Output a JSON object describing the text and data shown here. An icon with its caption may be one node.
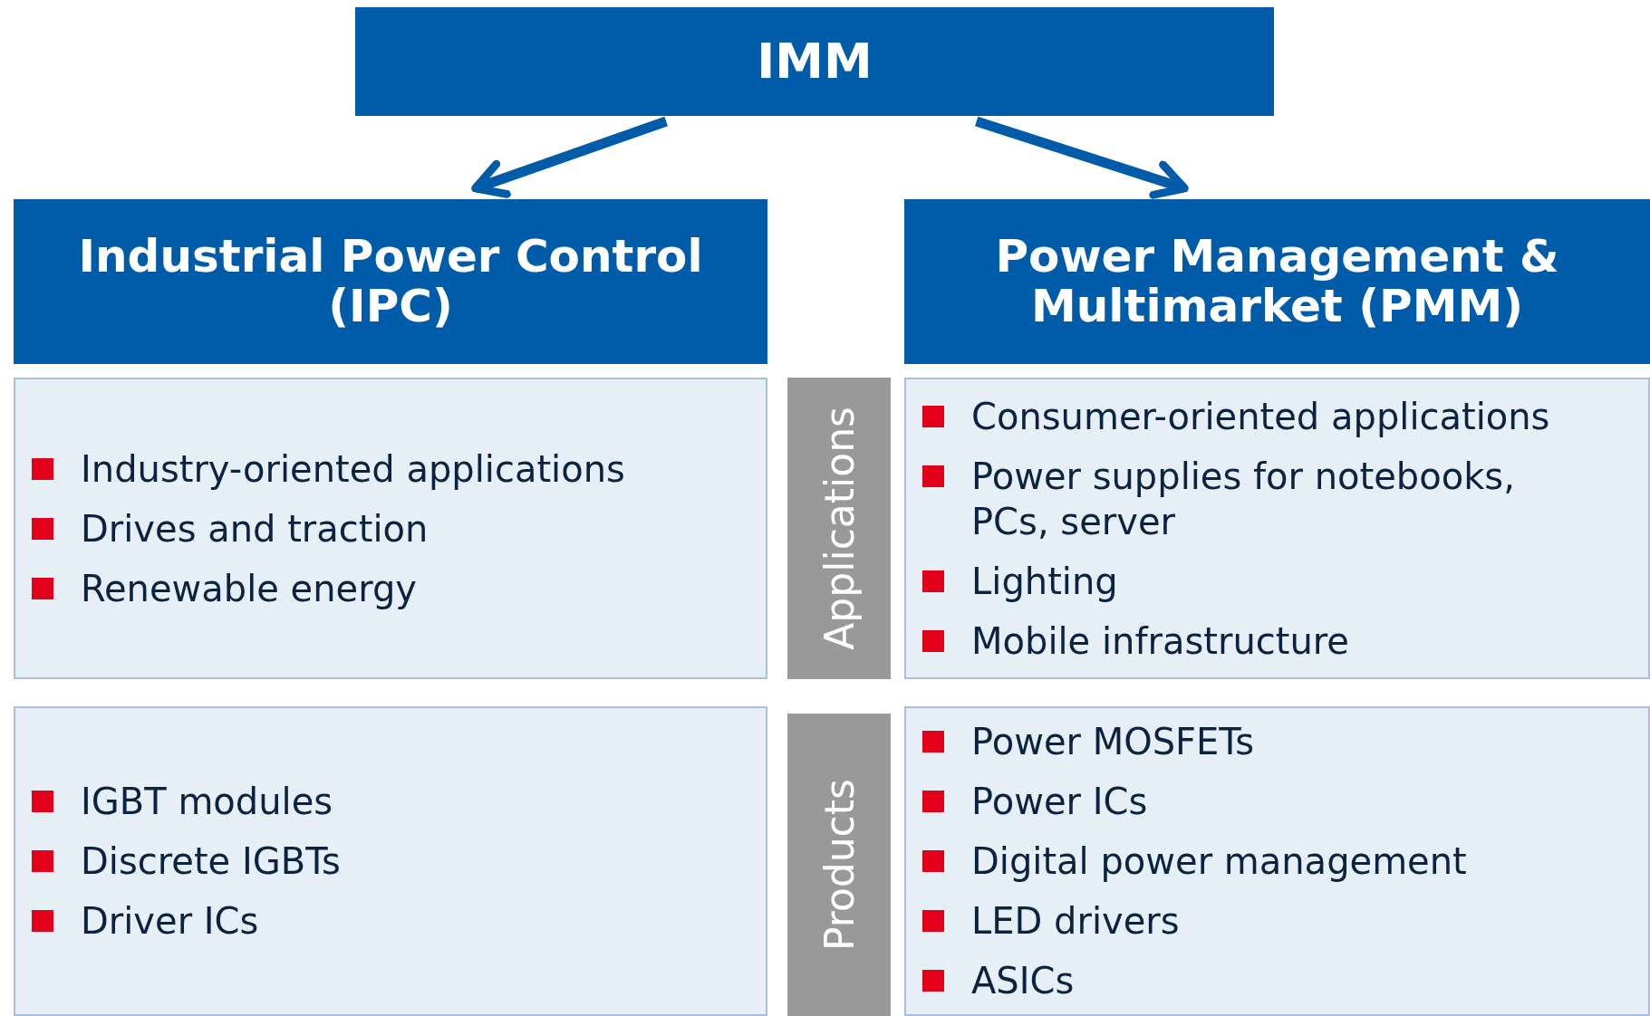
{
  "diagram": {
    "nodes": [
      {
        "text": [
          "IMM"
        ]
      },
      {
        "text": [
          "Industrial Power Control (IPC)"
        ]
      },
      {
        "text": [
          "Power Management & Multimarket (PMM)"
        ]
      },
      {
        "text": [
          "Industry-oriented applications",
          "Drives and traction",
          "Renewable energy"
        ]
      },
      {
        "text": [
          "Applications"
        ]
      },
      {
        "text": [
          "Consumer-oriented applications",
          "Power supplies for notebooks, PCs, server",
          "Lighting",
          "Mobile infrastructure"
        ]
      },
      {
        "text": [
          "IGBT modules",
          "Discrete IGBTs",
          "Driver ICs"
        ]
      },
      {
        "text": [
          "Products"
        ]
      },
      {
        "text": [
          "Power MOSFETs",
          "Power ICs",
          "Digital power management",
          "LED drivers",
          "ASICs"
        ]
      }
    ],
    "edges": [
      {
        "from": 0,
        "to": 1,
        "arrow": "to"
      },
      {
        "from": 0,
        "to": 2,
        "arrow": "to"
      }
    ]
  }
}
